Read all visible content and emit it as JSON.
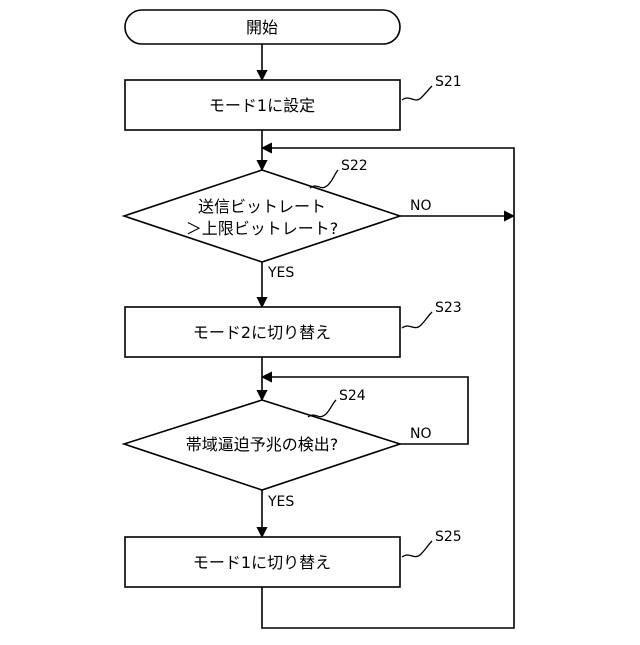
{
  "flowchart": {
    "start": {
      "label": "開始"
    },
    "steps": [
      {
        "id": "S21",
        "label": "モード1に設定"
      },
      {
        "id": "S22",
        "line1": "送信ビットレート",
        "line2": "＞上限ビットレート?",
        "yes": "YES",
        "no": "NO"
      },
      {
        "id": "S23",
        "label": "モード2に切り替え"
      },
      {
        "id": "S24",
        "label": "帯域逼迫予兆の検出?",
        "yes": "YES",
        "no": "NO"
      },
      {
        "id": "S25",
        "label": "モード1に切り替え"
      }
    ]
  }
}
